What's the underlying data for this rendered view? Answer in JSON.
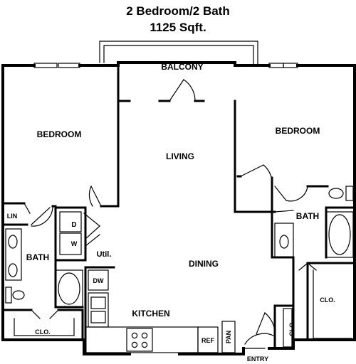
{
  "header": {
    "title": "2 Bedroom/2 Bath",
    "area": "1125 Sqft."
  },
  "rooms": {
    "balcony": "BALCONY",
    "bedroom_left": "BEDROOM",
    "bedroom_right": "BEDROOM",
    "living": "LIVING",
    "dining": "DINING",
    "kitchen": "KITCHEN",
    "bath_left": "BATH",
    "bath_right": "BATH",
    "closet_left": "CLO.",
    "closet_right": "CLO.",
    "closet_entry": "CLO.",
    "linen": "LIN",
    "utility": "Util.",
    "entry": "ENTRY"
  },
  "appliances": {
    "dryer": "D",
    "washer": "W",
    "dishwasher": "DW",
    "refrigerator": "REF",
    "pantry": "PAN"
  }
}
